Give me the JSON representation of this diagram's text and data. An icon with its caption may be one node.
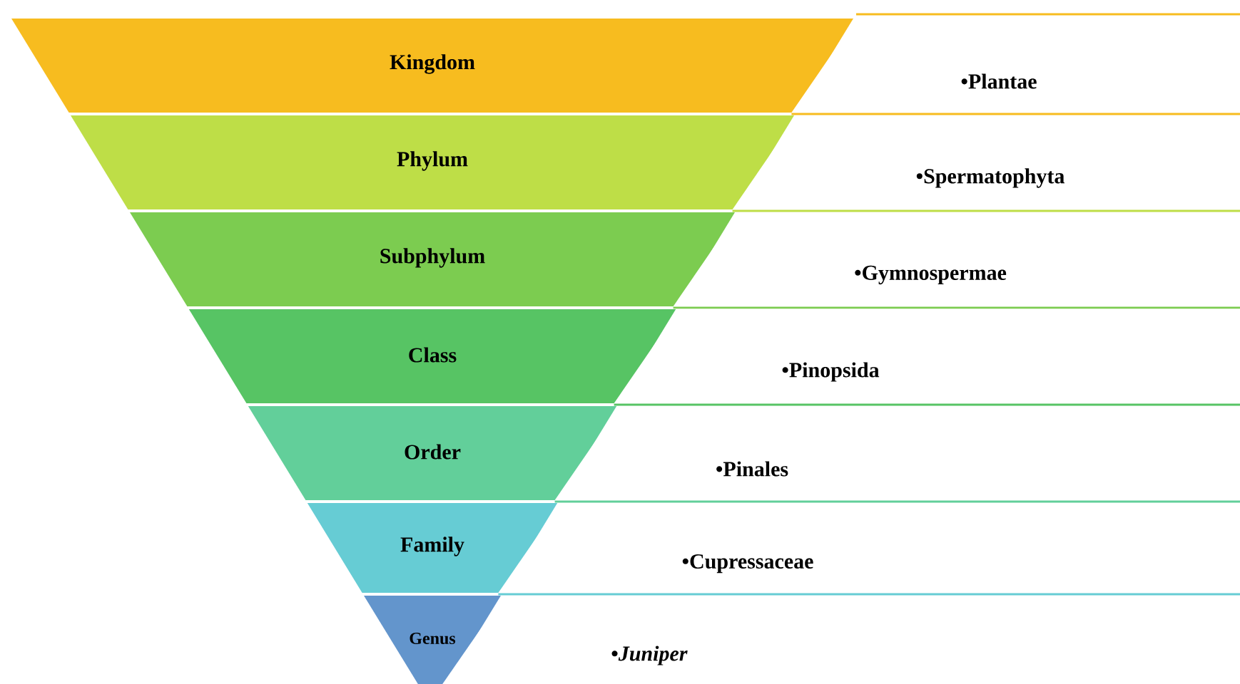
{
  "diagram": {
    "nodes": [
      {
        "text": [
          "Kingdom"
        ]
      },
      {
        "text": [
          "•Plantae"
        ]
      },
      {
        "text": [
          "Phylum"
        ]
      },
      {
        "text": [
          "•Spermatophyta"
        ]
      },
      {
        "text": [
          "Subphylum"
        ]
      },
      {
        "text": [
          "•Gymnospermae"
        ]
      },
      {
        "text": [
          "Class"
        ]
      },
      {
        "text": [
          "•Pinopsida"
        ]
      },
      {
        "text": [
          "Order"
        ]
      },
      {
        "text": [
          "•Pinales"
        ]
      },
      {
        "text": [
          "Family"
        ]
      },
      {
        "text": [
          "•Cupressaceae"
        ]
      },
      {
        "text": [
          "Genus"
        ]
      },
      {
        "text": [
          "•*Juniper*"
        ]
      }
    ]
  }
}
